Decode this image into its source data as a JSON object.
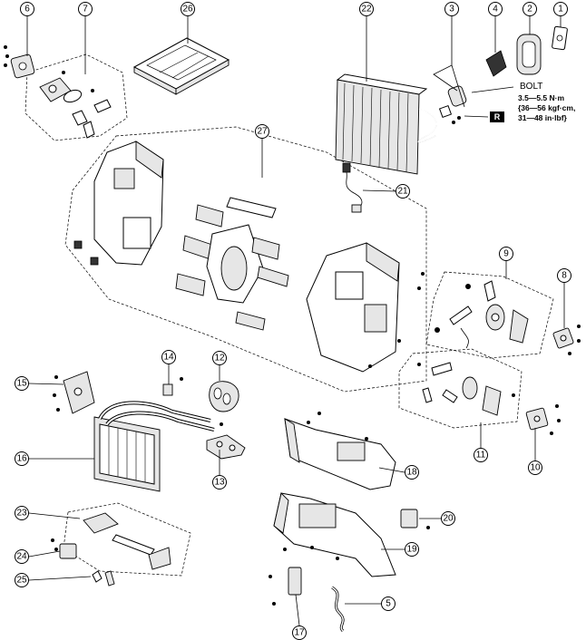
{
  "callouts": [
    "1",
    "2",
    "3",
    "4",
    "5",
    "6",
    "7",
    "8",
    "9",
    "10",
    "11",
    "12",
    "13",
    "14",
    "15",
    "16",
    "17",
    "18",
    "19",
    "20",
    "21",
    "22",
    "23",
    "24",
    "25",
    "26",
    "27"
  ],
  "bolt_spec": {
    "title": "BOLT",
    "line1": "3.5—5.5 N·m",
    "line2": "{36—56 kgf·cm,",
    "line3": "31—48 in·lbf}"
  },
  "r_mark": "R"
}
